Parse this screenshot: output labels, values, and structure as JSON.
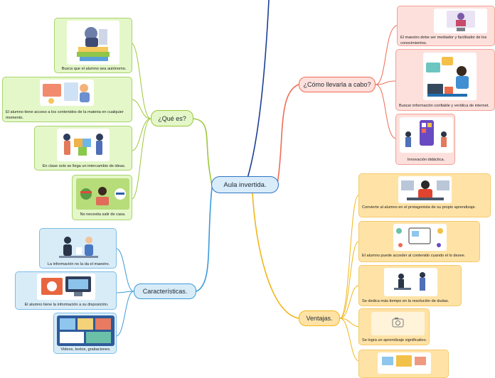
{
  "central": {
    "label": "Aula invertida."
  },
  "branches": {
    "que_es": {
      "label": "¿Qué es?",
      "cards": [
        {
          "text": "Busca que el alumno sea autónomo."
        },
        {
          "text": "El alumno tiene acceso a los contenidos de la materia en cualquier momento."
        },
        {
          "text": "En clase solo se llega un intercambio de ideas."
        },
        {
          "text": "No necesita salir de casa."
        }
      ]
    },
    "caracteristicas": {
      "label": "Características.",
      "cards": [
        {
          "text": "La información no la da el maestro."
        },
        {
          "text": "El alumno tiene la información a su disposición."
        },
        {
          "text": "Videos, textos, grabaciones."
        }
      ]
    },
    "como": {
      "label": "¿Cómo llevarla a cabo?",
      "cards": [
        {
          "text": "El maestro debe ser mediador y facilitador de los conocimientos."
        },
        {
          "text": "Buscar información confiable y verídica de internet."
        },
        {
          "text": "Innovación didáctica."
        }
      ]
    },
    "ventajas": {
      "label": "Ventajas.",
      "cards": [
        {
          "text": "Convierte al alumno en el protagonista de su propio aprendizaje."
        },
        {
          "text": "El alumno puede acceder al contenido cuando el lo desee."
        },
        {
          "text": "Se dedica más tiempo en la resolución de dudas."
        },
        {
          "text": "Se logra un aprendizaje significativo."
        },
        {
          "text": ""
        }
      ]
    }
  },
  "colors": {
    "green_branch": "#9cc83a",
    "blue_branch": "#3b9ad9",
    "salmon_branch": "#ef6c55",
    "yellow_branch": "#f2b518",
    "top_line": "#1c3f94",
    "central_fill": "#d9ecf9",
    "central_border": "#2e74c6"
  },
  "icons": [
    "image-placeholder-icon"
  ]
}
